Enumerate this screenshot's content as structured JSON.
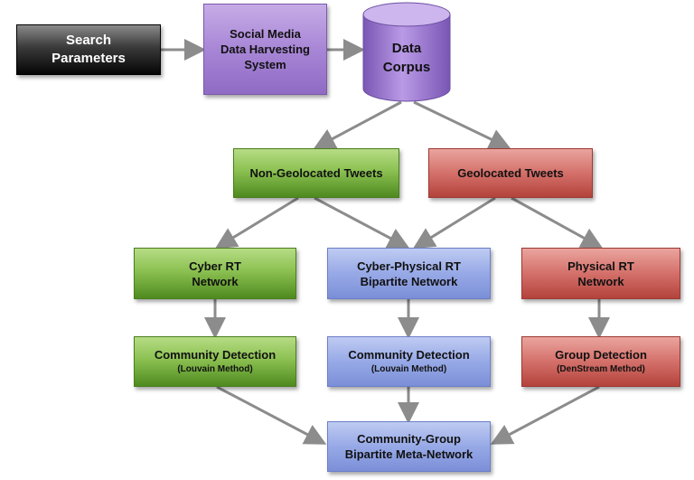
{
  "nodes": {
    "search_parameters": {
      "line1": "Search",
      "line2": "Parameters"
    },
    "harvesting_system": {
      "line1": "Social Media",
      "line2": "Data Harvesting",
      "line3": "System"
    },
    "data_corpus": {
      "line1": "Data",
      "line2": "Corpus"
    },
    "non_geolocated": {
      "line1": "Non-Geolocated Tweets"
    },
    "geolocated": {
      "line1": "Geolocated Tweets"
    },
    "cyber_rt": {
      "line1": "Cyber RT",
      "line2": "Network"
    },
    "cyber_physical_rt": {
      "line1": "Cyber-Physical RT",
      "line2": "Bipartite Network"
    },
    "physical_rt": {
      "line1": "Physical RT",
      "line2": "Network"
    },
    "community_detection_left": {
      "line1": "Community Detection",
      "sub": "(Louvain Method)"
    },
    "community_detection_mid": {
      "line1": "Community Detection",
      "sub": "(Louvain Method)"
    },
    "group_detection": {
      "line1": "Group Detection",
      "sub": "(DenStream Method)"
    },
    "meta_network": {
      "line1": "Community-Group",
      "line2": "Bipartite Meta-Network"
    }
  },
  "colors": {
    "green": "#8cc152",
    "red": "#d4706a",
    "blue": "#97a9e6",
    "purple": "#a886d6",
    "black": "#1a1a1a",
    "arrow": "#8c8c8c"
  }
}
